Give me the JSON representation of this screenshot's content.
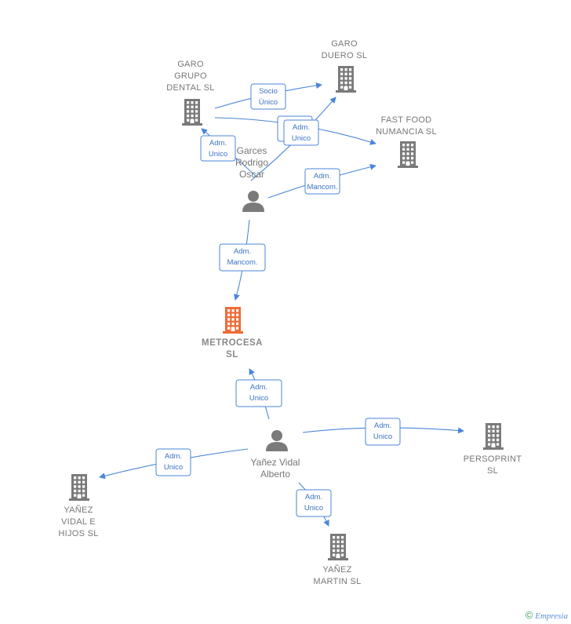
{
  "colors": {
    "edge": "#4a86d8",
    "company": "#7a7a7a",
    "focus": "#f06a35",
    "person": "#7a7a7a"
  },
  "nodes": [
    {
      "id": "garo_grupo",
      "kind": "company",
      "icon": "building-icon",
      "lines": [
        "GARO",
        "GRUPO",
        "DENTAL SL"
      ]
    },
    {
      "id": "garo_duero",
      "kind": "company",
      "icon": "building-icon",
      "lines": [
        "GARO",
        "DUERO SL"
      ]
    },
    {
      "id": "fast_food",
      "kind": "company",
      "icon": "building-icon",
      "lines": [
        "FAST FOOD",
        "NUMANCIA SL"
      ]
    },
    {
      "id": "garces",
      "kind": "person",
      "icon": "person-icon",
      "lines": [
        "Garces",
        "Rodrigo",
        "Oscar"
      ]
    },
    {
      "id": "metrocesa",
      "kind": "focus",
      "icon": "building-icon",
      "lines": [
        "METROCESA",
        "SL"
      ]
    },
    {
      "id": "yanez_vidal",
      "kind": "person",
      "icon": "person-icon",
      "lines": [
        "Yañez Vidal",
        "Alberto"
      ]
    },
    {
      "id": "persoprint",
      "kind": "company",
      "icon": "building-icon",
      "lines": [
        "PERSOPRINT",
        "SL"
      ]
    },
    {
      "id": "yanez_hijos",
      "kind": "company",
      "icon": "building-icon",
      "lines": [
        "YAÑEZ",
        "VIDAL E",
        "HIJOS SL"
      ]
    },
    {
      "id": "yanez_martin",
      "kind": "company",
      "icon": "building-icon",
      "lines": [
        "YAÑEZ",
        "MARTIN SL"
      ]
    }
  ],
  "edges": [
    {
      "id": "e1",
      "lines": [
        "Socio",
        "Único"
      ]
    },
    {
      "id": "e2",
      "lines": [
        "Socio",
        "Único"
      ]
    },
    {
      "id": "e3",
      "lines": [
        "Adm.",
        "Unico"
      ]
    },
    {
      "id": "e4",
      "lines": [
        "Adm.",
        "Unico"
      ]
    },
    {
      "id": "e5",
      "lines": [
        "Adm.",
        "Mancom."
      ]
    },
    {
      "id": "e6",
      "lines": [
        "Adm.",
        "Mancom."
      ]
    },
    {
      "id": "e7",
      "lines": [
        "Adm.",
        "Unico"
      ]
    },
    {
      "id": "e8",
      "lines": [
        "Adm.",
        "Unico"
      ]
    },
    {
      "id": "e9",
      "lines": [
        "Adm.",
        "Unico"
      ]
    }
  ],
  "footer": {
    "copyright": "©",
    "brand": "Empresia"
  }
}
